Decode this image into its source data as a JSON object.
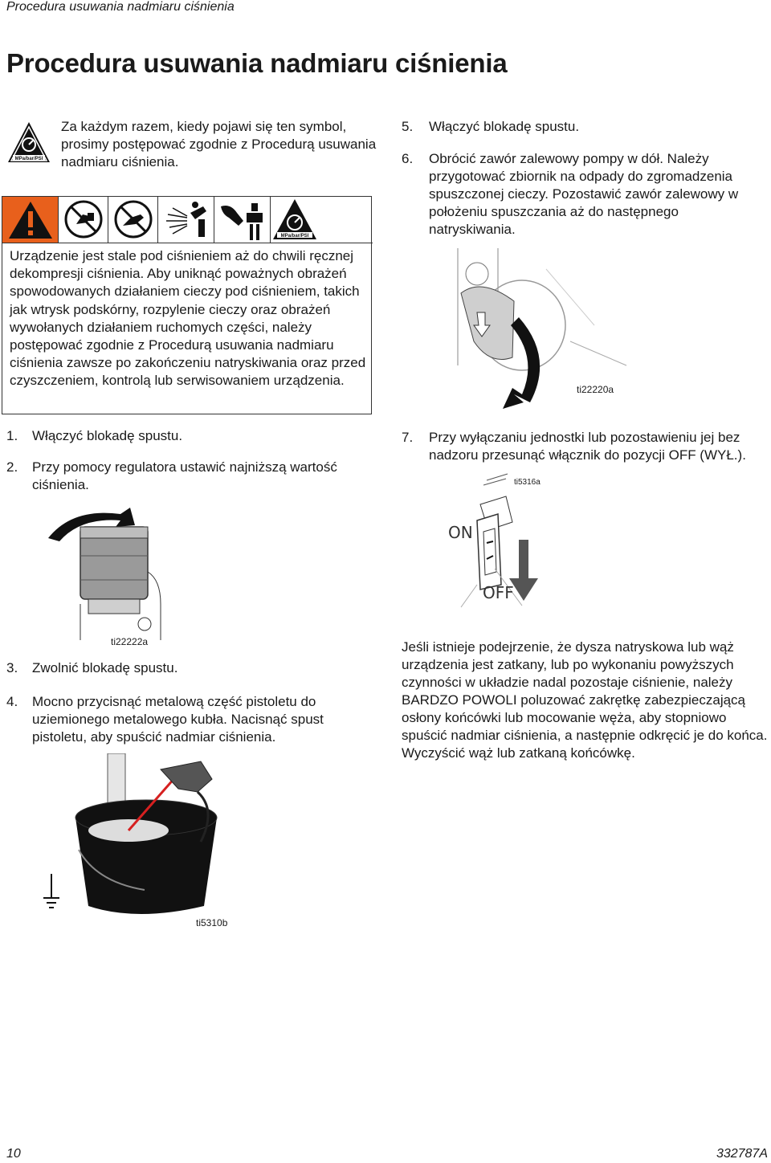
{
  "header": {
    "running_title": "Procedura usuwania nadmiaru ciśnienia",
    "page_title": "Procedura usuwania nadmiaru ciśnienia"
  },
  "intro": {
    "text": "Za każdym razem, kiedy pojawi się ten symbol, prosimy postępować zgodnie z Procedurą usuwania nadmiaru ciśnienia.",
    "symbol_label": "MPa/bar/PSI"
  },
  "warning": {
    "icons": [
      "warning-triangle-icon",
      "no-hand-icon",
      "no-spray-icon",
      "injection-hazard-icon",
      "moving-parts-icon",
      "pressure-relief-icon"
    ],
    "pressure_label": "MPa/bar/PSI",
    "text_lead": "Urządzenie jest stale pod ciśnieniem aż do chwili ręcznej dekompresji ciśnienia.",
    "text_body": "Aby uniknąć poważnych obrażeń spowodowanych działaniem cieczy pod ciśnieniem, takich jak wtrysk podskórny, rozpylenie cieczy oraz obrażeń wywołanych działaniem ruchomych części, należy postępować zgodnie z Procedurą usuwania nadmiaru ciśnienia zawsze po zakończeniu natryskiwania oraz przed czyszczeniem, kontrolą lub serwisowaniem urządzenia."
  },
  "steps": [
    {
      "num": "1.",
      "text": "Włączyć blokadę spustu."
    },
    {
      "num": "2.",
      "text": "Przy pomocy regulatora ustawić najniższą wartość ciśnienia."
    },
    {
      "num": "3.",
      "text": "Zwolnić blokadę spustu."
    },
    {
      "num": "4.",
      "text": "Mocno przycisnąć metalową część pistoletu do uziemionego metalowego kubła. Nacisnąć spust pistoletu, aby spuścić nadmiar ciśnienia."
    },
    {
      "num": "5.",
      "text": "Włączyć blokadę spustu."
    },
    {
      "num": "6.",
      "text": "Obrócić zawór zalewowy pompy w dół. Należy przygotować zbiornik na odpady do zgromadzenia spuszczonej cieczy. Pozostawić zawór zalewowy w położeniu spuszczania aż do następnego natryskiwania."
    },
    {
      "num": "7.",
      "text": "Przy wyłączaniu jednostki lub pozostawieniu jej bez nadzoru przesunąć włącznik do pozycji OFF (WYŁ.)."
    }
  ],
  "figures": {
    "regulator": "ti22222a",
    "gun_bucket": "ti5310b",
    "prime_valve": "ti22220a",
    "switch": "ti5316a",
    "switch_on": "ON",
    "switch_off": "OFF"
  },
  "clog_note": "Jeśli istnieje podejrzenie, że dysza natryskowa lub wąż urządzenia jest zatkany, lub po wykonaniu powyższych czynności w układzie nadal pozostaje ciśnienie, należy BARDZO POWOLI poluzować zakrętkę zabezpieczającą osłony końcówki lub mocowanie węża, aby stopniowo spuścić nadmiar ciśnienia, a następnie odkręcić je do końca. Wyczyścić wąż lub zatkaną końcówkę.",
  "footer": {
    "page_number": "10",
    "doc_number": "332787A"
  },
  "colors": {
    "warning_orange": "#e8601c",
    "text": "#1a1a1a",
    "spray_red": "#d62020"
  }
}
